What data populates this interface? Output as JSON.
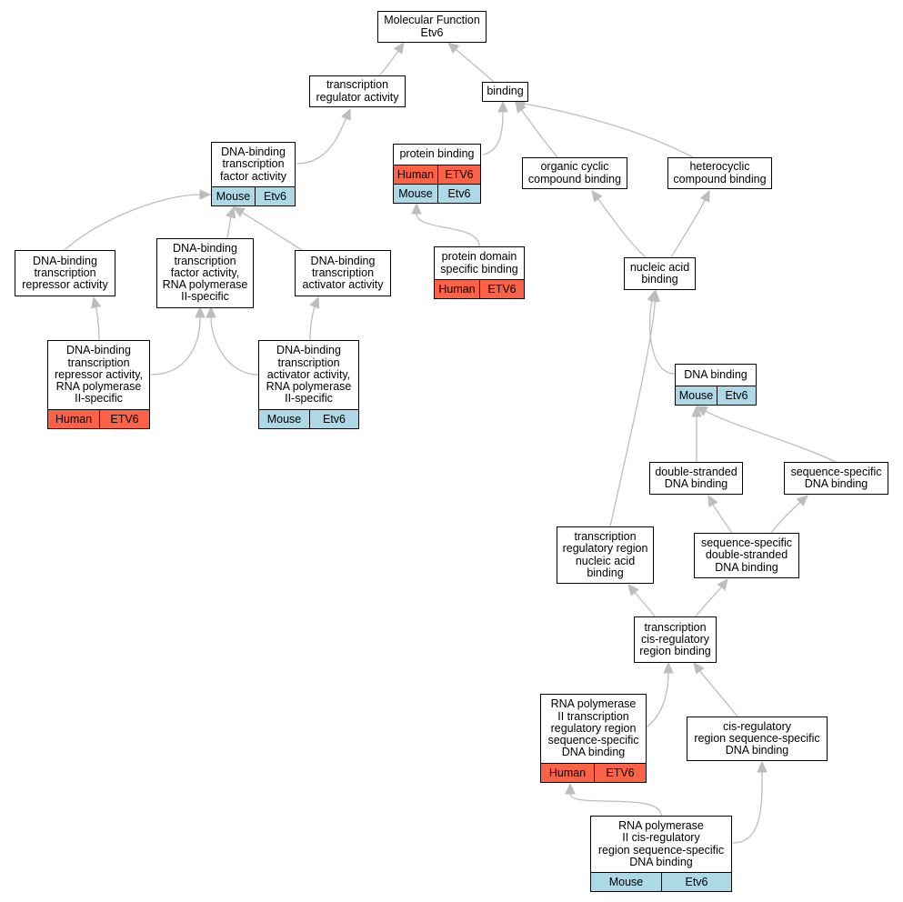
{
  "colors": {
    "human": "#fc6346",
    "mouse": "#add8e6",
    "edge": "#bdbdbd",
    "node_border": "#000000",
    "node_fill": "#ffffff"
  },
  "nodes": [
    {
      "id": "molecular_function",
      "label": "Molecular Function\nEtv6"
    },
    {
      "id": "transcription_regulator_activity",
      "label": "transcription\nregulator activity"
    },
    {
      "id": "binding",
      "label": "binding"
    },
    {
      "id": "dna_binding_tf_activity",
      "label": "DNA-binding\ntranscription\nfactor activity",
      "rows": [
        {
          "species": "Mouse",
          "gene": "Etv6",
          "color": "mouse"
        }
      ]
    },
    {
      "id": "protein_binding",
      "label": "protein binding",
      "rows": [
        {
          "species": "Human",
          "gene": "ETV6",
          "color": "human"
        },
        {
          "species": "Mouse",
          "gene": "Etv6",
          "color": "mouse"
        }
      ]
    },
    {
      "id": "organic_cyclic_compound_binding",
      "label": "organic cyclic\ncompound binding"
    },
    {
      "id": "heterocyclic_compound_binding",
      "label": "heterocyclic\ncompound binding"
    },
    {
      "id": "dna_binding_repressor",
      "label": "DNA-binding\ntranscription\nrepressor activity"
    },
    {
      "id": "dna_binding_tf_rnap2",
      "label": "DNA-binding\ntranscription\nfactor activity,\nRNA polymerase\nII-specific"
    },
    {
      "id": "dna_binding_activator",
      "label": "DNA-binding\ntranscription\nactivator activity"
    },
    {
      "id": "protein_domain_specific_binding",
      "label": "protein domain\nspecific binding",
      "rows": [
        {
          "species": "Human",
          "gene": "ETV6",
          "color": "human"
        }
      ]
    },
    {
      "id": "nucleic_acid_binding",
      "label": "nucleic acid\nbinding"
    },
    {
      "id": "dna_binding_repressor_rnap2",
      "label": "DNA-binding\ntranscription\nrepressor activity,\nRNA polymerase\nII-specific",
      "rows": [
        {
          "species": "Human",
          "gene": "ETV6",
          "color": "human"
        }
      ]
    },
    {
      "id": "dna_binding_activator_rnap2",
      "label": "DNA-binding\ntranscription\nactivator activity,\nRNA polymerase\nII-specific",
      "rows": [
        {
          "species": "Mouse",
          "gene": "Etv6",
          "color": "mouse"
        }
      ]
    },
    {
      "id": "dna_binding",
      "label": "DNA binding",
      "rows": [
        {
          "species": "Mouse",
          "gene": "Etv6",
          "color": "mouse"
        }
      ]
    },
    {
      "id": "double_stranded_dna_binding",
      "label": "double-stranded\nDNA binding"
    },
    {
      "id": "sequence_specific_dna_binding",
      "label": "sequence-specific\nDNA binding"
    },
    {
      "id": "transcription_regulatory_region_na_binding",
      "label": "transcription\nregulatory region\nnucleic acid\nbinding"
    },
    {
      "id": "sequence_specific_ds_dna_binding",
      "label": "sequence-specific\ndouble-stranded\nDNA binding"
    },
    {
      "id": "transcription_cis_regulatory_region_binding",
      "label": "transcription\ncis-regulatory\nregion binding"
    },
    {
      "id": "rnap2_transcription_regulatory_region_ss_dna_binding",
      "label": "RNA polymerase\nII transcription\nregulatory region\nsequence-specific\nDNA binding",
      "rows": [
        {
          "species": "Human",
          "gene": "ETV6",
          "color": "human"
        }
      ]
    },
    {
      "id": "cis_regulatory_region_ss_dna_binding",
      "label": "cis-regulatory\nregion sequence-specific\nDNA binding"
    },
    {
      "id": "rnap2_cis_regulatory_region_ss_dna_binding",
      "label": "RNA polymerase\nII cis-regulatory\nregion sequence-specific\nDNA binding",
      "rows": [
        {
          "species": "Mouse",
          "gene": "Etv6",
          "color": "mouse"
        }
      ]
    }
  ],
  "edges": [
    {
      "from": "transcription_regulator_activity",
      "to": "molecular_function"
    },
    {
      "from": "binding",
      "to": "molecular_function"
    },
    {
      "from": "dna_binding_tf_activity",
      "to": "transcription_regulator_activity"
    },
    {
      "from": "protein_binding",
      "to": "binding"
    },
    {
      "from": "organic_cyclic_compound_binding",
      "to": "binding"
    },
    {
      "from": "heterocyclic_compound_binding",
      "to": "binding"
    },
    {
      "from": "dna_binding_repressor",
      "to": "dna_binding_tf_activity"
    },
    {
      "from": "dna_binding_tf_rnap2",
      "to": "dna_binding_tf_activity"
    },
    {
      "from": "dna_binding_activator",
      "to": "dna_binding_tf_activity"
    },
    {
      "from": "protein_domain_specific_binding",
      "to": "protein_binding"
    },
    {
      "from": "nucleic_acid_binding",
      "to": "organic_cyclic_compound_binding"
    },
    {
      "from": "nucleic_acid_binding",
      "to": "heterocyclic_compound_binding"
    },
    {
      "from": "dna_binding_repressor_rnap2",
      "to": "dna_binding_repressor"
    },
    {
      "from": "dna_binding_repressor_rnap2",
      "to": "dna_binding_tf_rnap2"
    },
    {
      "from": "dna_binding_activator_rnap2",
      "to": "dna_binding_tf_rnap2"
    },
    {
      "from": "dna_binding_activator_rnap2",
      "to": "dna_binding_activator"
    },
    {
      "from": "dna_binding",
      "to": "nucleic_acid_binding"
    },
    {
      "from": "double_stranded_dna_binding",
      "to": "dna_binding"
    },
    {
      "from": "sequence_specific_dna_binding",
      "to": "dna_binding"
    },
    {
      "from": "transcription_regulatory_region_na_binding",
      "to": "nucleic_acid_binding"
    },
    {
      "from": "sequence_specific_ds_dna_binding",
      "to": "double_stranded_dna_binding"
    },
    {
      "from": "sequence_specific_ds_dna_binding",
      "to": "sequence_specific_dna_binding"
    },
    {
      "from": "transcription_cis_regulatory_region_binding",
      "to": "transcription_regulatory_region_na_binding"
    },
    {
      "from": "transcription_cis_regulatory_region_binding",
      "to": "sequence_specific_ds_dna_binding"
    },
    {
      "from": "rnap2_transcription_regulatory_region_ss_dna_binding",
      "to": "transcription_cis_regulatory_region_binding"
    },
    {
      "from": "cis_regulatory_region_ss_dna_binding",
      "to": "transcription_cis_regulatory_region_binding"
    },
    {
      "from": "rnap2_cis_regulatory_region_ss_dna_binding",
      "to": "rnap2_transcription_regulatory_region_ss_dna_binding"
    },
    {
      "from": "rnap2_cis_regulatory_region_ss_dna_binding",
      "to": "cis_regulatory_region_ss_dna_binding"
    }
  ]
}
